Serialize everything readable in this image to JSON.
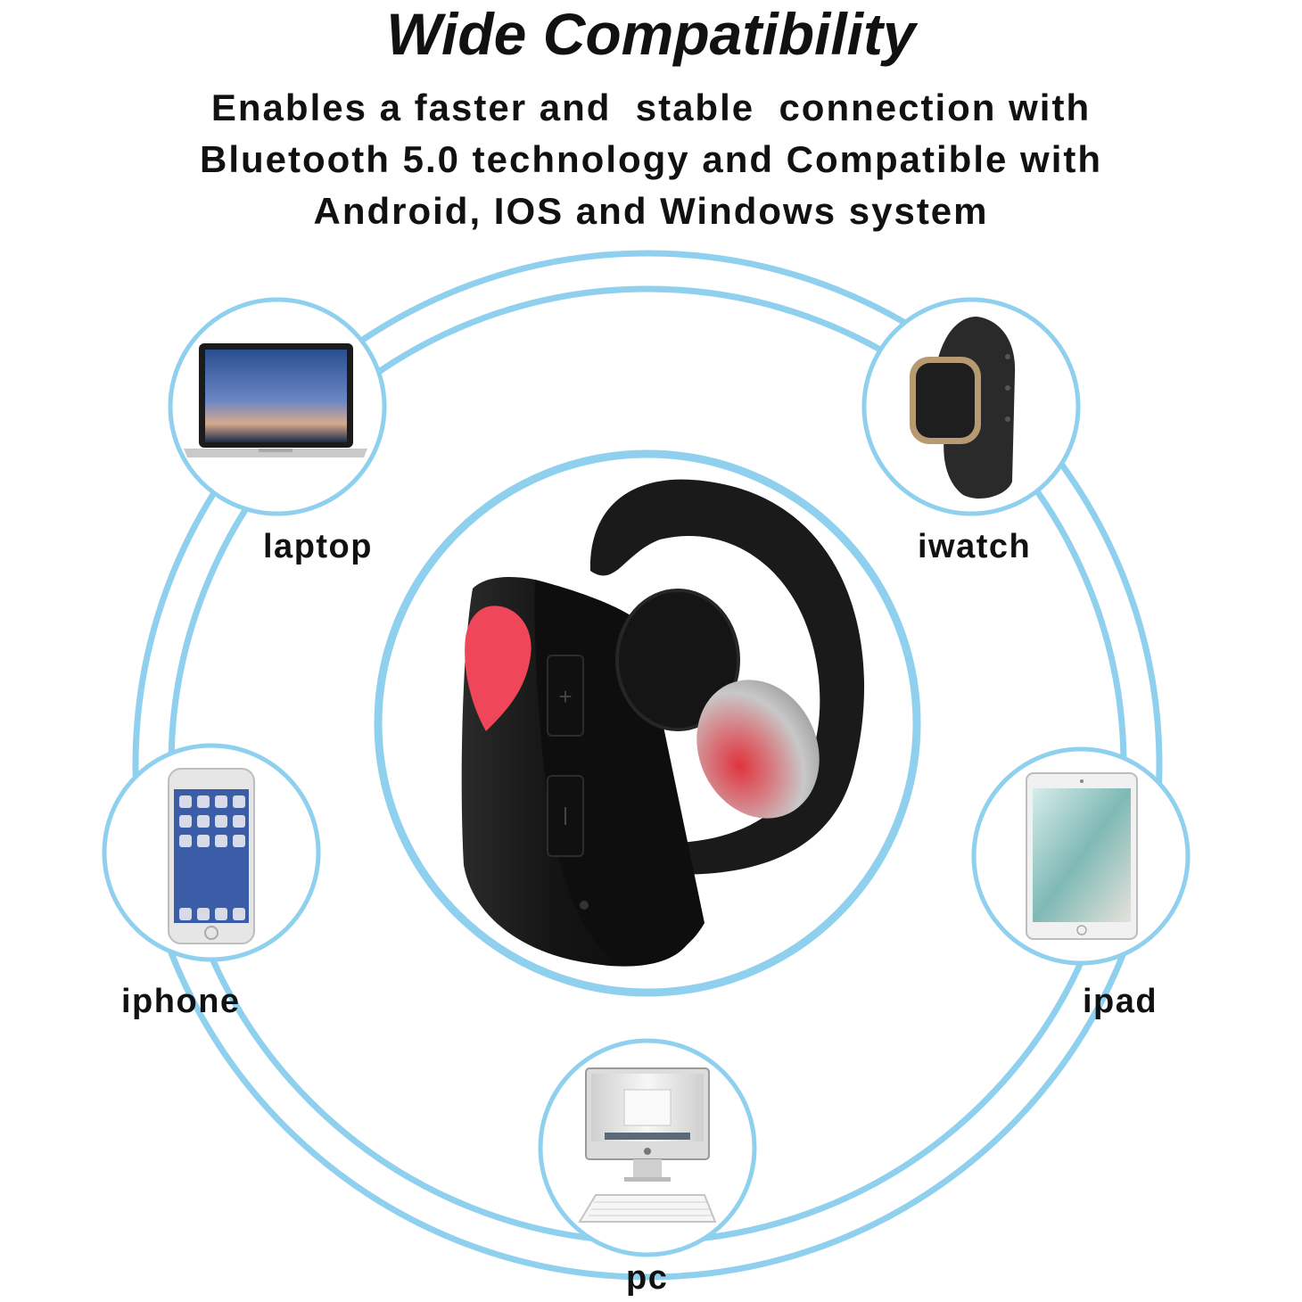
{
  "title": "Wide Compatibility",
  "subtitle": [
    "Enables a faster and  stable  connection with",
    "Bluetooth 5.0 technology and Compatible with",
    "Android, IOS and Windows system"
  ],
  "devices": {
    "laptop": "laptop",
    "iwatch": "iwatch",
    "iphone": "iphone",
    "ipad": "ipad",
    "pc": "pc"
  },
  "colors": {
    "ring": "#8fd0ee",
    "earbud_body": "#161616",
    "accent_red": "#f0465a",
    "ear_tip": "#bdbdbd"
  },
  "icons": {
    "center": "earbud-icon",
    "laptop": "laptop-icon",
    "iwatch": "smartwatch-icon",
    "iphone": "smartphone-icon",
    "ipad": "tablet-icon",
    "pc": "desktop-computer-icon"
  }
}
